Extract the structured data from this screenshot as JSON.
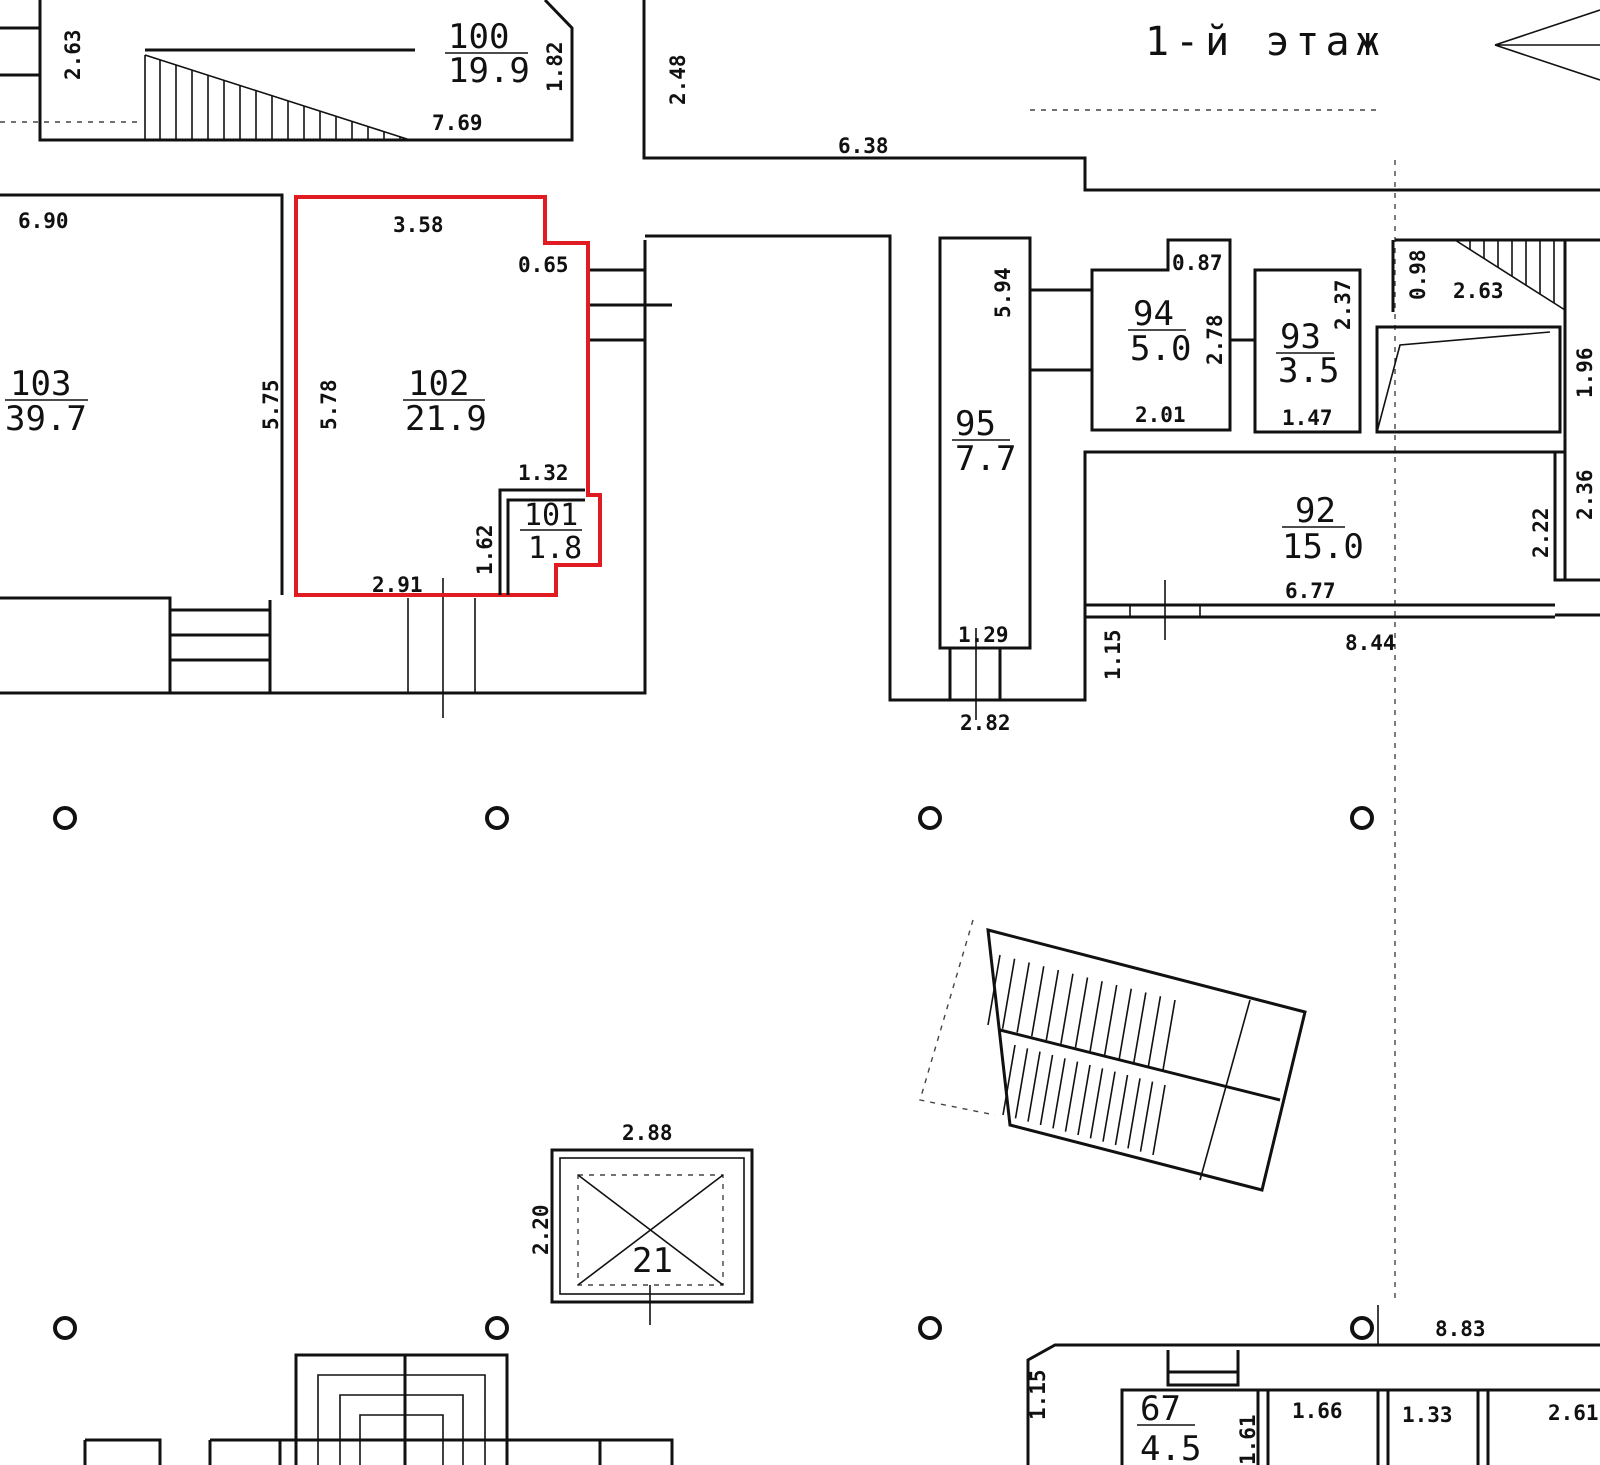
{
  "plan": {
    "title": "1-й этаж",
    "rooms": [
      {
        "number": "100",
        "area": "19.9"
      },
      {
        "number": "103",
        "area": "39.7"
      },
      {
        "number": "102",
        "area": "21.9"
      },
      {
        "number": "101",
        "area": "1.8"
      },
      {
        "number": "95",
        "area": "7.7"
      },
      {
        "number": "94",
        "area": "5.0"
      },
      {
        "number": "93",
        "area": "3.5"
      },
      {
        "number": "92",
        "area": "15.0"
      },
      {
        "number": "67",
        "area": "4.5"
      },
      {
        "number": "21",
        "area": ""
      }
    ],
    "dimensions": {
      "d263a": "2.63",
      "d182": "1.82",
      "d769": "7.69",
      "d248": "2.48",
      "d638": "6.38",
      "d690": "6.90",
      "d358": "3.58",
      "d065": "0.65",
      "d575": "5.75",
      "d578": "5.78",
      "d132": "1.32",
      "d162": "1.62",
      "d291": "2.91",
      "d594": "5.94",
      "d129": "1.29",
      "d282": "2.82",
      "d087": "0.87",
      "d278": "2.78",
      "d201": "2.01",
      "d237": "2.37",
      "d147": "1.47",
      "d098": "0.98",
      "d263b": "2.63",
      "d196": "1.96",
      "d236": "2.36",
      "d222": "2.22",
      "d677": "6.77",
      "d115a": "1.15",
      "d844": "8.44",
      "d288": "2.88",
      "d220": "2.20",
      "d883": "8.83",
      "d115b": "1.15",
      "d166": "1.66",
      "d133": "1.33",
      "d261": "2.61",
      "d161": "1.61"
    },
    "colors": {
      "highlight": "#e11b22",
      "line": "#111111"
    }
  }
}
